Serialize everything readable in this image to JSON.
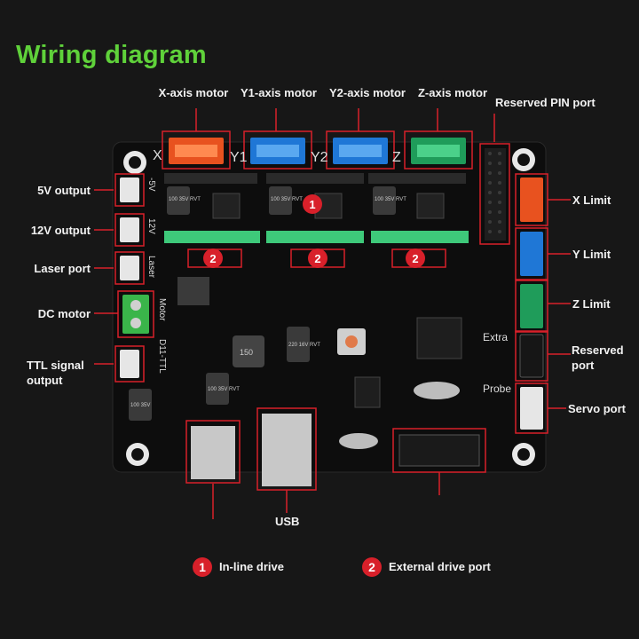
{
  "title": "Wiring diagram",
  "labels": {
    "x_axis_motor": "X-axis motor",
    "y1_axis_motor": "Y1-axis motor",
    "y2_axis_motor": "Y2-axis motor",
    "z_axis_motor": "Z-axis motor",
    "reserved_pin_port": "Reserved PIN port",
    "v5_output": "5V output",
    "v12_output": "12V output",
    "laser_port": "Laser port",
    "dc_motor": "DC motor",
    "ttl_line1": "TTL signal",
    "ttl_line2": "output",
    "x_limit": "X Limit",
    "y_limit": "Y Limit",
    "z_limit": "Z Limit",
    "reserved_line1": "Reserved",
    "reserved_line2": "port",
    "servo_port": "Servo port",
    "usb": "USB"
  },
  "board_marks": {
    "x": "X",
    "y1": "Y1",
    "y2": "Y2",
    "z": "Z",
    "extra": "Extra",
    "probe": "Probe",
    "silk_5v": "-5V",
    "silk_12v": "12V",
    "silk_laser": "Laser",
    "silk_motor": "Motor",
    "silk_ttl": "D11-TTL",
    "cap_1": "100 35V RVT",
    "cap_2": "100 35V RVT",
    "cap_3": "100 35V RVT",
    "cap_4": "220 16V RVT",
    "cap_5": "100 35V RVT",
    "cap_6": "100 35V",
    "inductor": "150",
    "badge_1": "1",
    "badge_2": "2"
  },
  "legend": [
    {
      "badge": "1",
      "text": "In-line drive"
    },
    {
      "badge": "2",
      "text": "External drive port"
    }
  ],
  "colors": {
    "background": "#171717",
    "board": "#0d0d0d",
    "title_green": "#5fd13a",
    "highlight_red": "#d8202a",
    "connector_orange": "#e8521f",
    "connector_blue": "#1f77d6",
    "connector_green": "#1f9c5a",
    "terminal_green": "#3ec97a"
  }
}
